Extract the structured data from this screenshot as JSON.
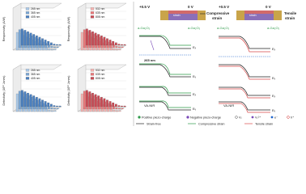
{
  "figure": {
    "charts": [
      {
        "id": "a",
        "ylabel": "Responsivity (A/W)",
        "legend": [
          "265 nm",
          "365 nm",
          "405 nm"
        ],
        "colors": [
          "#a9c8e8",
          "#7aa6d4",
          "#4a7fbf"
        ]
      },
      {
        "id": "b",
        "ylabel": "Responsivity (A/W)",
        "legend": [
          "532 nm",
          "635 nm",
          "808 nm"
        ],
        "colors": [
          "#f5b2b0",
          "#e9787a",
          "#c84b55"
        ]
      },
      {
        "id": "c",
        "ylabel": "Detectivity (10¹² Jones)",
        "legend": [
          "265 nm",
          "365 nm",
          "405 nm"
        ],
        "colors": [
          "#a9c8e8",
          "#7aa6d4",
          "#4a7fbf"
        ]
      },
      {
        "id": "d",
        "ylabel": "Detectivity (10¹² Jones)",
        "legend": [
          "532 nm",
          "635 nm",
          "808 nm"
        ],
        "colors": [
          "#f5b2b0",
          "#e9787a",
          "#c84b55"
        ]
      }
    ],
    "left_panel": {
      "bias": "+0.5 V",
      "zero": "0 V",
      "strain_label": "strain",
      "title": "Compressive\nstrain",
      "ga2o3": "a-Ga₂O₃",
      "nir": "VA-NIR",
      "wavelength": "265 nm",
      "ec": "Eₓ",
      "ev": "Eᵥ"
    },
    "right_panel": {
      "bias": "+0.5 V",
      "zero": "0 V",
      "strain_label": "strain",
      "title": "Tensile\nstrain",
      "ga2o3": "a-Ga₂O₃",
      "nir": "VA-NIR",
      "ec": "Eₓ",
      "ev": "Eᵥ"
    },
    "legend_row1": {
      "positive": "Positive piezo-charge",
      "negative": "Negative piezo-charge",
      "vo": "Vₒ",
      "vo_plus": "Vₒ²⁺",
      "electron": "e⁻",
      "hole": "h⁺"
    },
    "legend_row2": {
      "strain_free": "Strain-free",
      "compressive": "Compressive strain",
      "tensile": "Tensile strain"
    },
    "colors": {
      "compressive_line": "#2e9a4a",
      "tensile_line": "#d84a4a",
      "strain_free_line": "#222222",
      "positive_charge": "#2e9a4a",
      "negative_charge": "#7a4ab8",
      "electron": "#2266cc",
      "hole": "#cc2222"
    }
  }
}
